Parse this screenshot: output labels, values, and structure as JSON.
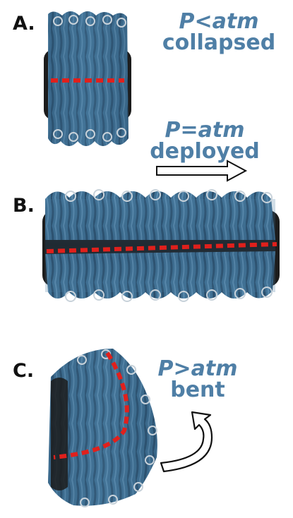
{
  "panels": [
    {
      "label": "A.",
      "condition": "P<atm",
      "state": "collapsed"
    },
    {
      "label": "B.",
      "condition": "P=atm",
      "state": "deployed"
    },
    {
      "label": "C.",
      "condition": "P>atm",
      "state": "bent"
    }
  ],
  "colors": {
    "accent_text": "#4f7fa6",
    "membrane": "#3f6f92",
    "centerline": "#e0201c"
  }
}
